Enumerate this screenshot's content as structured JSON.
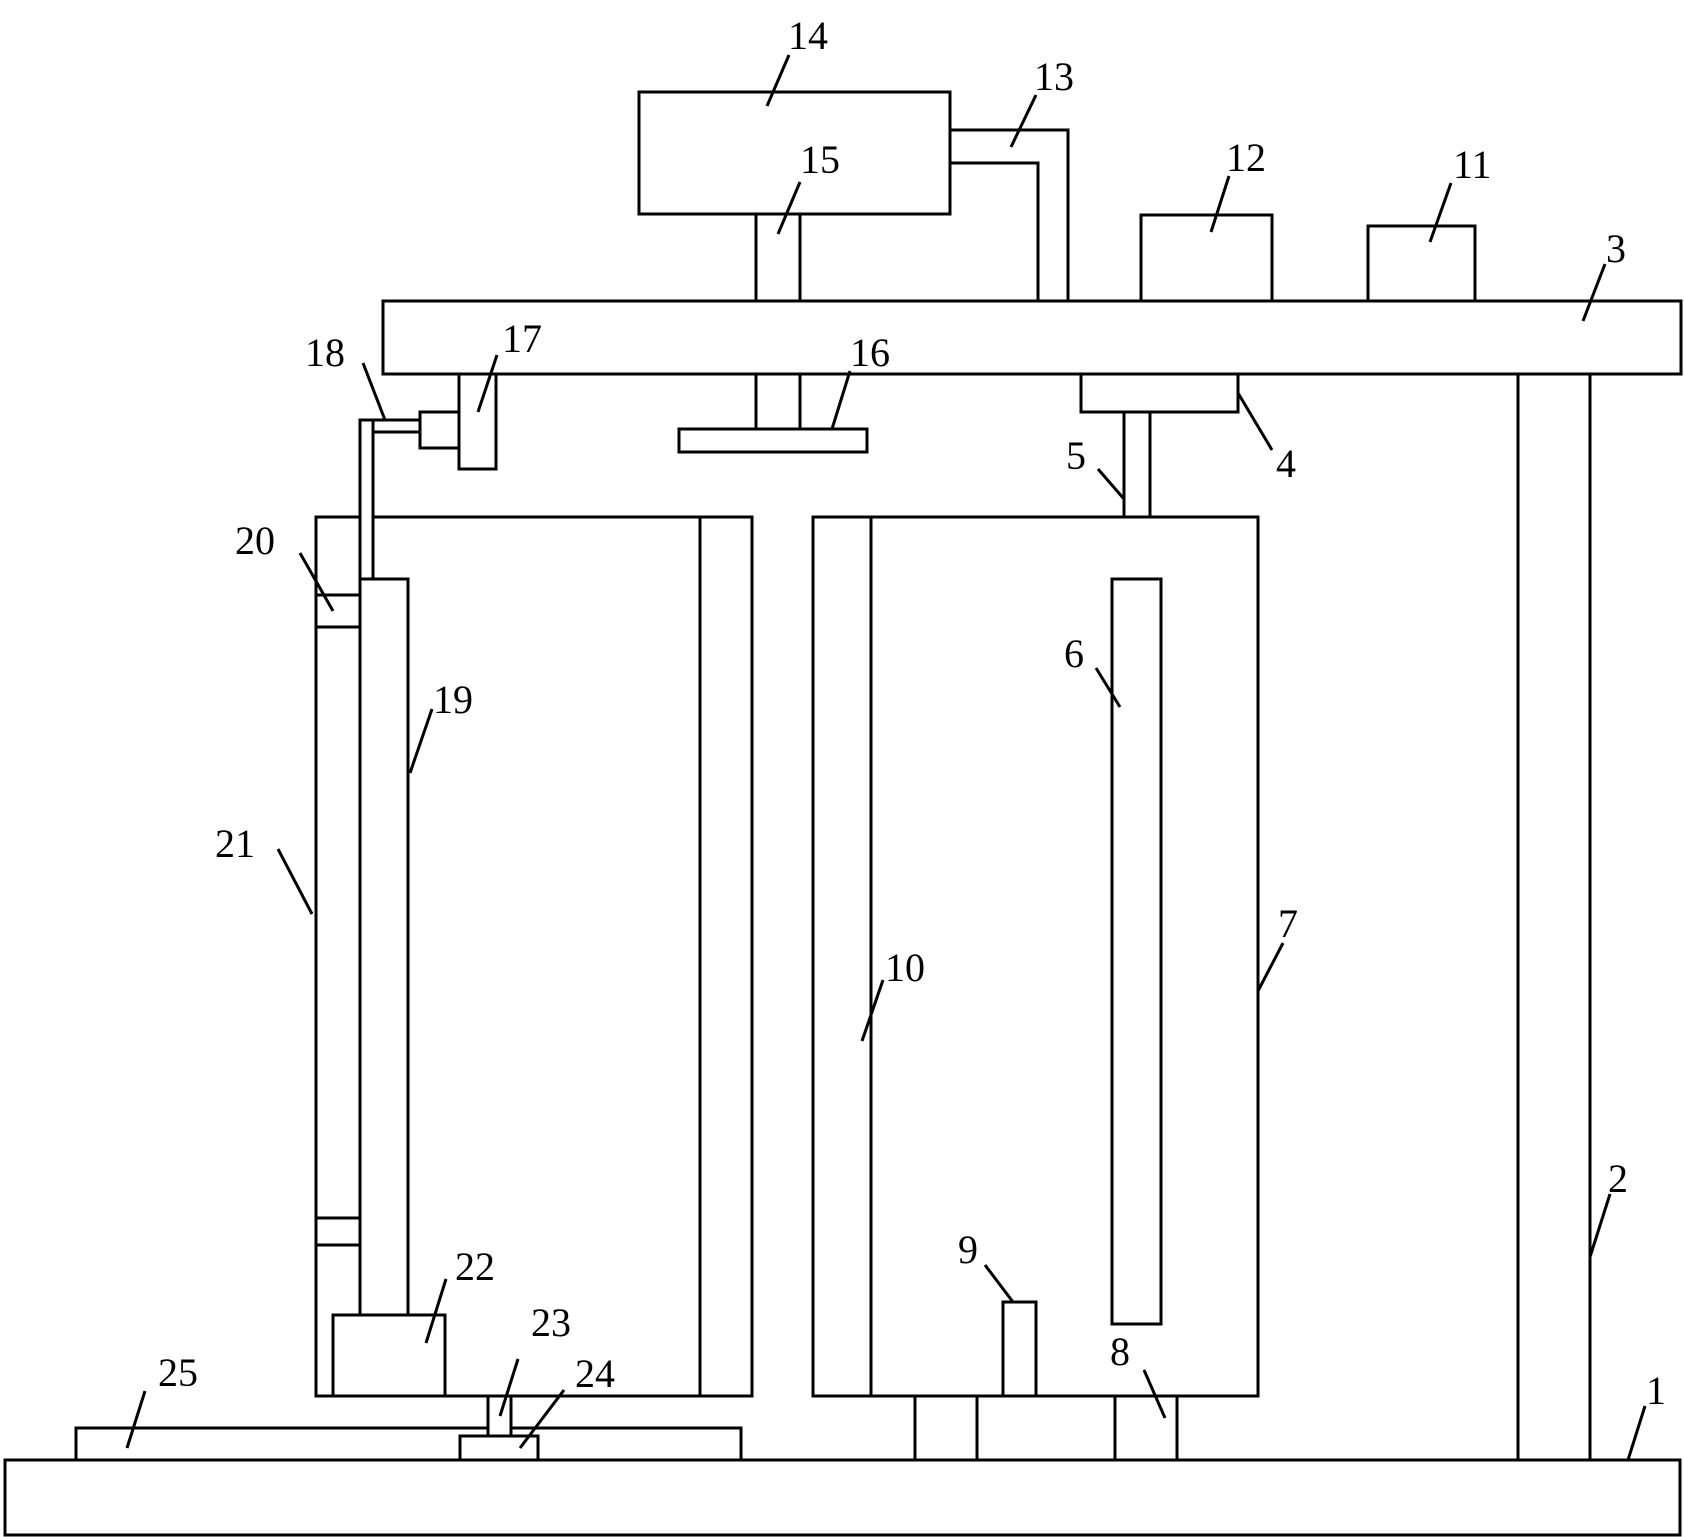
{
  "labels": {
    "n1": "1",
    "n2": "2",
    "n3": "3",
    "n4": "4",
    "n5": "5",
    "n6": "6",
    "n7": "7",
    "n8": "8",
    "n9": "9",
    "n10": "10",
    "n11": "11",
    "n12": "12",
    "n13": "13",
    "n14": "14",
    "n15": "15",
    "n16": "16",
    "n17": "17",
    "n18": "18",
    "n19": "19",
    "n20": "20",
    "n21": "21",
    "n22": "22",
    "n23": "23",
    "n24": "24",
    "n25": "25"
  }
}
